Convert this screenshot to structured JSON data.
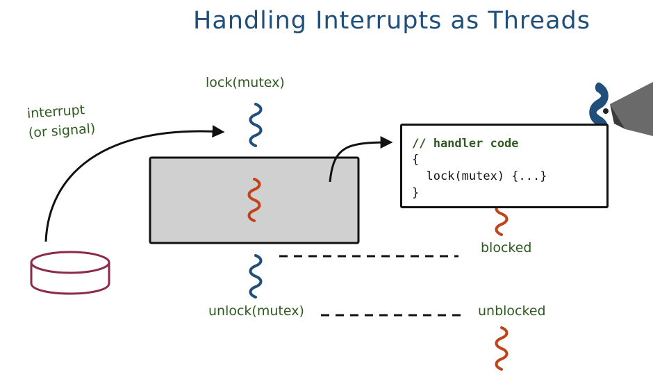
{
  "title": "Handling Interrupts as Threads",
  "labels": {
    "lock": "lock(mutex)",
    "interrupt_line1": "interrupt",
    "interrupt_line2": "(or signal)",
    "unlock": "unlock(mutex)",
    "blocked": "blocked",
    "unblocked": "unblocked"
  },
  "handler_code": {
    "comment": "// handler code",
    "open": "{",
    "body": "  lock(mutex) {...}",
    "close": "}"
  },
  "colors": {
    "title": "#1f4f7a",
    "label_green": "#2d5a1f",
    "thread_blue": "#1f4f7a",
    "thread_orange": "#c0441a",
    "critical_box_fill": "#d0d0d0",
    "device_outline": "#8b2a4a"
  },
  "icons": [
    "thread-squiggle-icon",
    "device-cylinder-icon",
    "arrow-icon",
    "pen-icon"
  ]
}
